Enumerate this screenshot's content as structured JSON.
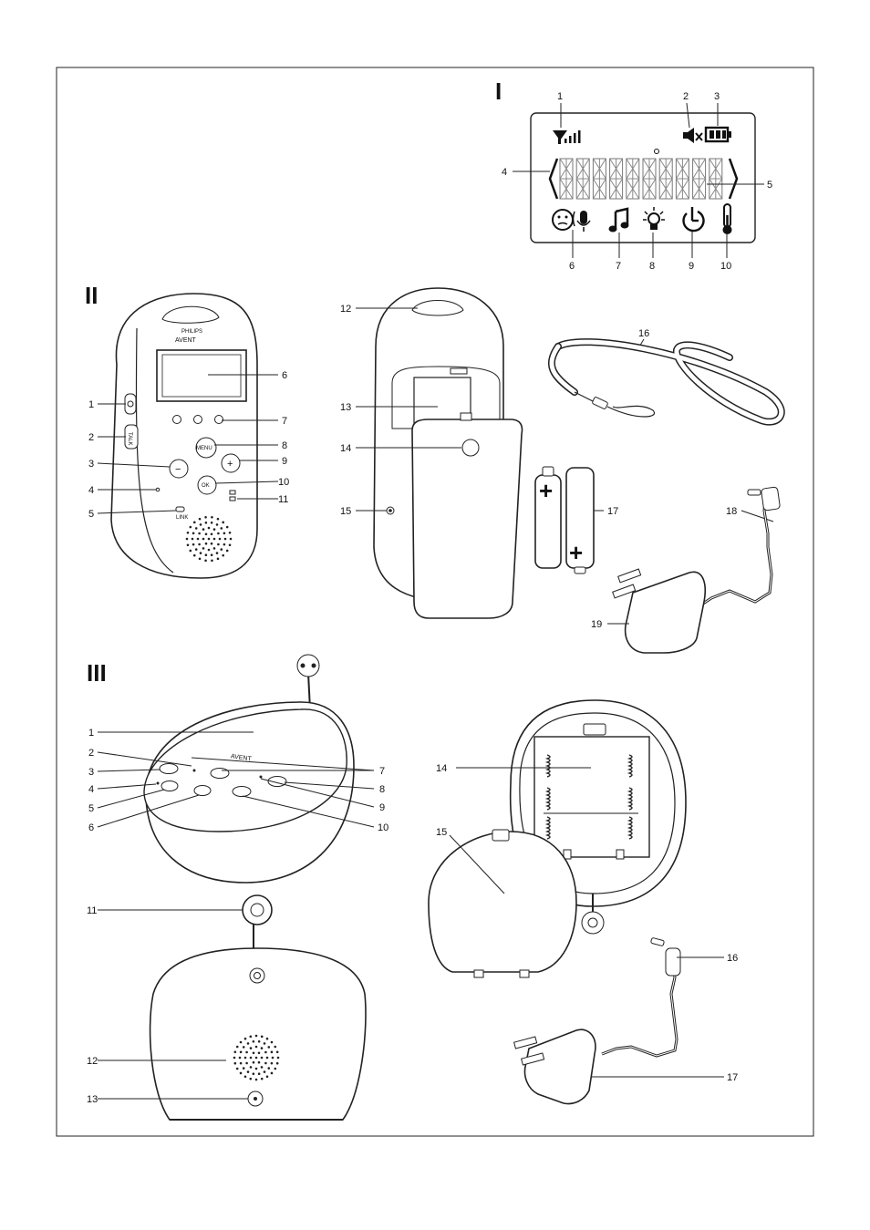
{
  "sections": {
    "s1": {
      "numeral": "I"
    },
    "s2": {
      "numeral": "II"
    },
    "s3": {
      "numeral": "III"
    }
  },
  "display_callouts": {
    "c1": "1",
    "c2": "2",
    "c3": "3",
    "c4": "4",
    "c5": "5",
    "c6": "6",
    "c7": "7",
    "c8": "8",
    "c9": "9",
    "c10": "10"
  },
  "parent_unit": {
    "brand_top": "PHILIPS",
    "brand": "AVENT",
    "menu_label": "MENU",
    "ok_label": "OK",
    "talk_label": "TALK",
    "link_label": "LINK",
    "minus_label": "−",
    "plus_label": "+",
    "callouts": {
      "c1": "1",
      "c2": "2",
      "c3": "3",
      "c4": "4",
      "c5": "5",
      "c6": "6",
      "c7": "7",
      "c8": "8",
      "c9": "9",
      "c10": "10",
      "c11": "11"
    }
  },
  "parent_back_callouts": {
    "c12": "12",
    "c13": "13",
    "c14": "14",
    "c15": "15",
    "c16": "16",
    "c17": "17",
    "c18": "18",
    "c19": "19"
  },
  "batteries": {
    "plus_label": "+"
  },
  "baby_unit": {
    "brand": "AVENT",
    "callouts": {
      "c1": "1",
      "c2": "2",
      "c3": "3",
      "c4": "4",
      "c5": "5",
      "c6": "6",
      "c7": "7",
      "c8": "8",
      "c9": "9",
      "c10": "10"
    }
  },
  "baby_back_callouts": {
    "c11": "11",
    "c12": "12",
    "c13": "13"
  },
  "baby_bottom_callouts": {
    "c14": "14",
    "c15": "15",
    "c16": "16",
    "c17": "17"
  }
}
